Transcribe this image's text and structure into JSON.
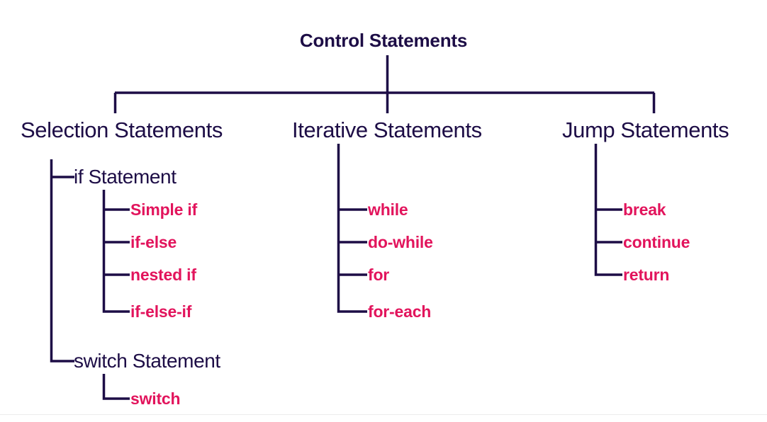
{
  "diagram": {
    "title": "Control Statements",
    "colors": {
      "navy": "#1d0d46",
      "pink": "#e2145c",
      "background": "#ffffff",
      "footer_rule": "#ececec"
    },
    "root": {
      "label": "Control Statements"
    },
    "branches": [
      {
        "label": "Selection Statements",
        "groups": [
          {
            "label": "if Statement",
            "leaves": [
              {
                "label": "Simple if"
              },
              {
                "label": "if-else"
              },
              {
                "label": "nested if"
              },
              {
                "label": "if-else-if"
              }
            ]
          },
          {
            "label": "switch Statement",
            "leaves": [
              {
                "label": "switch"
              }
            ]
          }
        ]
      },
      {
        "label": "Iterative Statements",
        "groups": [
          {
            "label": "",
            "leaves": [
              {
                "label": "while"
              },
              {
                "label": "do-while"
              },
              {
                "label": "for"
              },
              {
                "label": "for-each"
              }
            ]
          }
        ]
      },
      {
        "label": "Jump Statements",
        "groups": [
          {
            "label": "",
            "leaves": [
              {
                "label": "break"
              },
              {
                "label": "continue"
              },
              {
                "label": "return"
              }
            ]
          }
        ]
      }
    ]
  }
}
